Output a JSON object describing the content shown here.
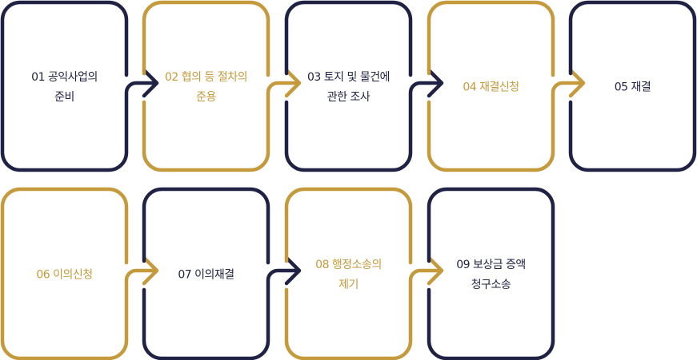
{
  "colors": {
    "navy": "#1f2244",
    "gold": "#c49a3c"
  },
  "steps": [
    {
      "num": "01",
      "line1": "01 공익사업의",
      "line2": "준비",
      "color": "navy"
    },
    {
      "num": "02",
      "line1": "02 협의 등 절차의",
      "line2": "준용",
      "color": "gold"
    },
    {
      "num": "03",
      "line1": "03 토지 및 물건에",
      "line2": "관한 조사",
      "color": "navy"
    },
    {
      "num": "04",
      "line1": "04 재결신청",
      "line2": "",
      "color": "gold"
    },
    {
      "num": "05",
      "line1": "05 재결",
      "line2": "",
      "color": "navy"
    },
    {
      "num": "06",
      "line1": "06 이의신청",
      "line2": "",
      "color": "gold"
    },
    {
      "num": "07",
      "line1": "07 이의재결",
      "line2": "",
      "color": "navy"
    },
    {
      "num": "08",
      "line1": "08 행정소송의",
      "line2": "제기",
      "color": "gold"
    },
    {
      "num": "09",
      "line1": "09 보상금 증액",
      "line2": "청구소송",
      "color": "navy"
    }
  ]
}
